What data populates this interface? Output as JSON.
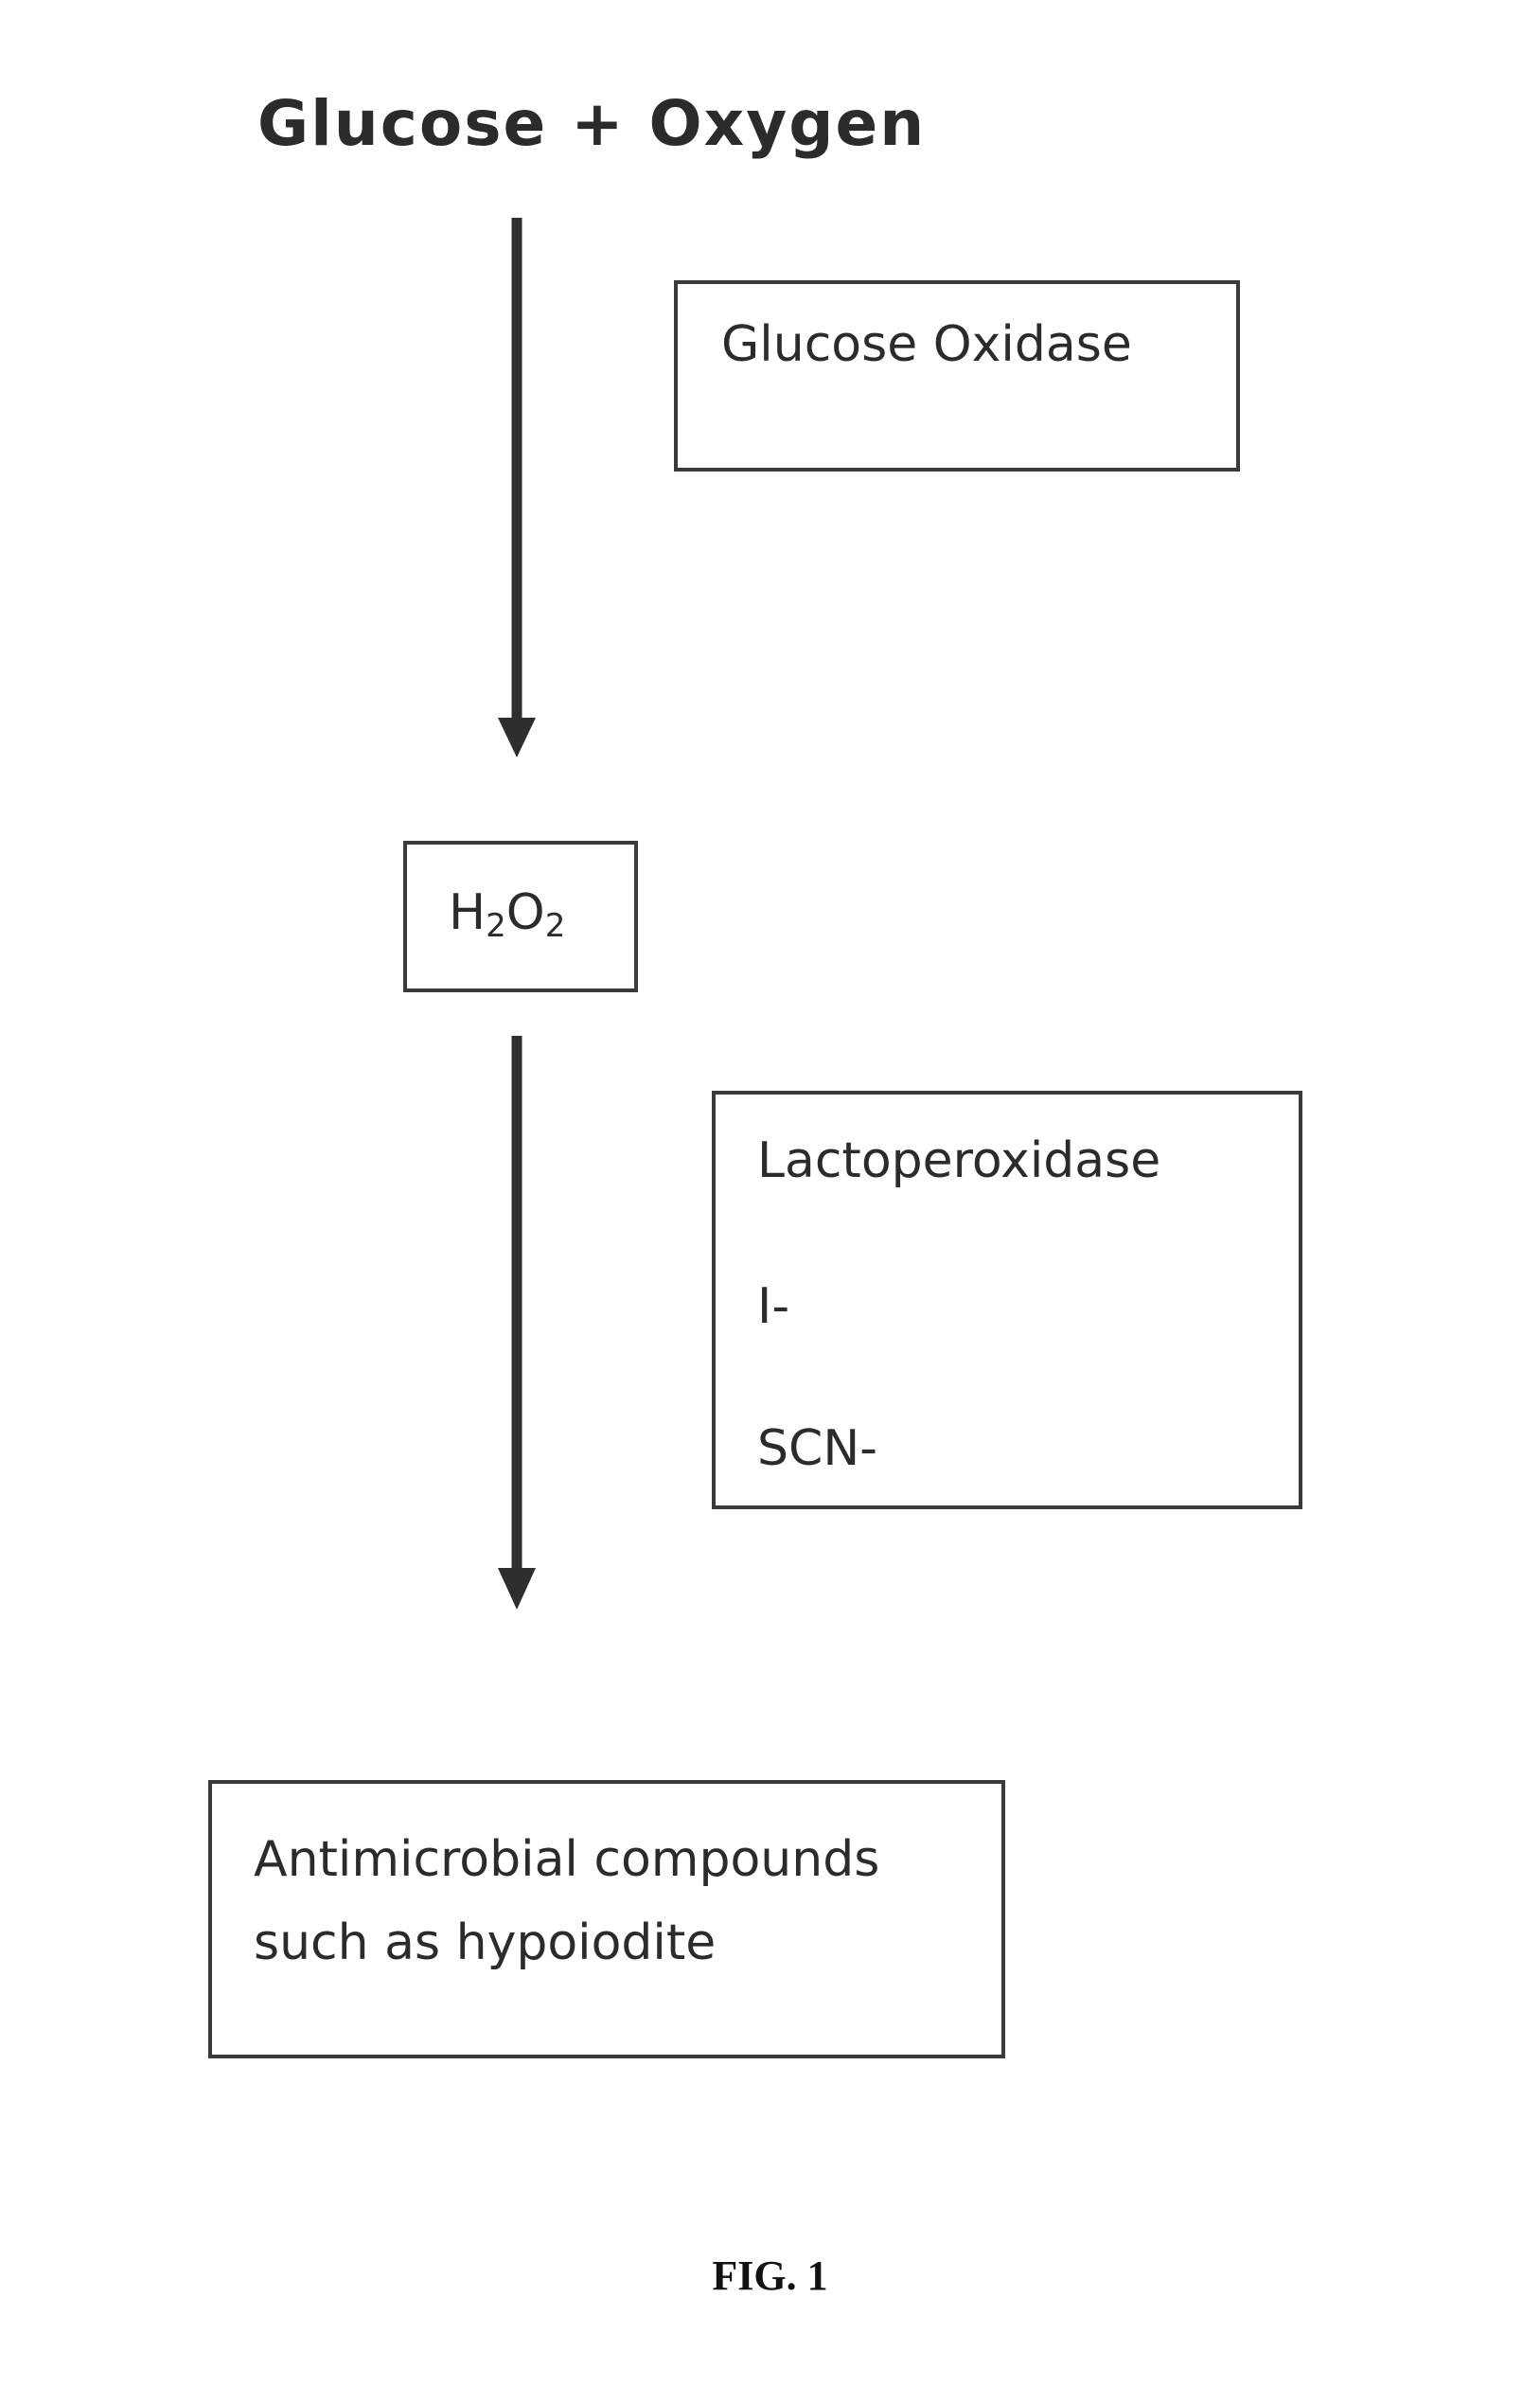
{
  "reactants": "Glucose + Oxygen",
  "enzyme_box_1": {
    "label": "Glucose Oxidase"
  },
  "intermediate": {
    "h": "H",
    "h_sub": "2",
    "o": "O",
    "o_sub": "2"
  },
  "enzyme_box_2": {
    "line1": "Lactoperoxidase",
    "line2": "I-",
    "line3": "SCN-"
  },
  "product": {
    "line1": "Antimicrobial compounds",
    "line2": "such as hypoiodite"
  },
  "figure_label": "FIG. 1",
  "colors": {
    "stroke": "#3a3a3a",
    "text": "#2b2b2b"
  }
}
